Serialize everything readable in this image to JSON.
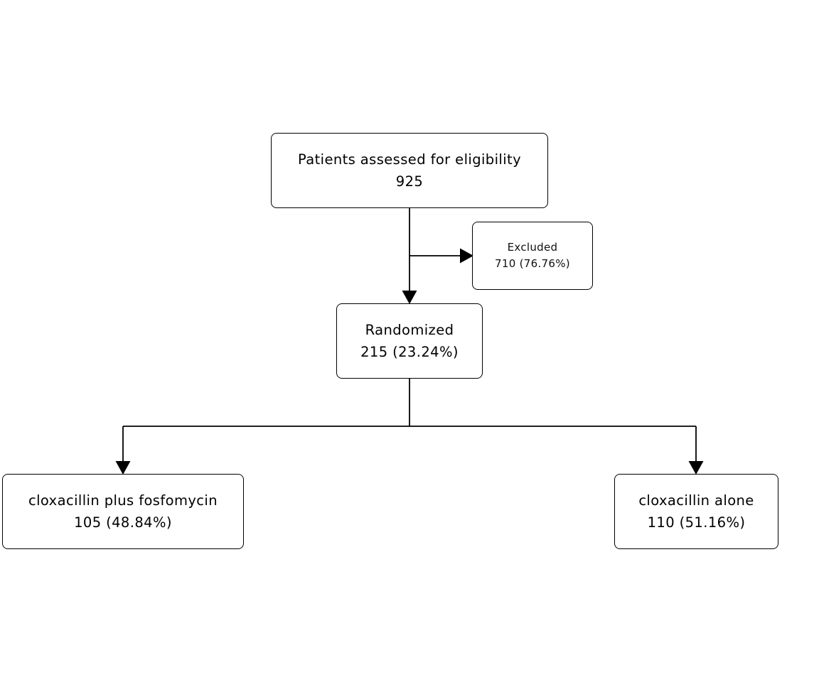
{
  "flowchart": {
    "eligibility": {
      "label": "Patients assessed for eligibility",
      "count": "925"
    },
    "excluded": {
      "label": "Excluded",
      "count": "710 (76.76%)"
    },
    "randomized": {
      "label": "Randomized",
      "count": "215 (23.24%)"
    },
    "arm_left": {
      "label": "cloxacillin plus fosfomycin",
      "count": "105 (48.84%)"
    },
    "arm_right": {
      "label": "cloxacillin alone",
      "count": "110 (51.16%)"
    }
  },
  "colors": {
    "line": "#000000",
    "box_border": "#000000",
    "background": "#ffffff"
  }
}
